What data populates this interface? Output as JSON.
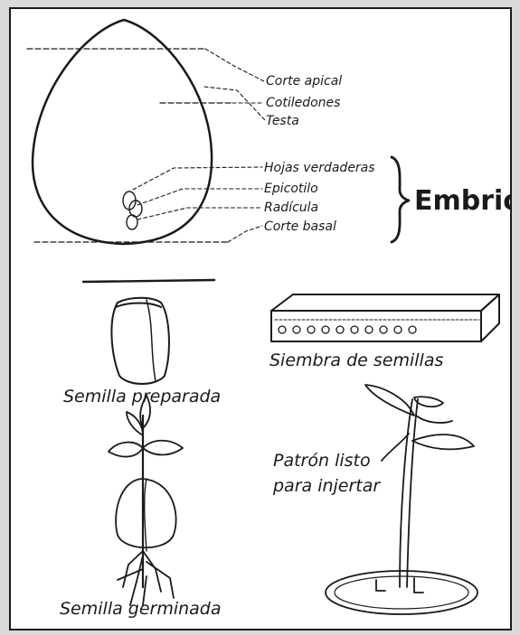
{
  "labels": {
    "corte_apical": "Corte apical",
    "cotiledones": "Cotiledones",
    "testa": "Testa",
    "hojas_verdaderas": "Hojas verdaderas",
    "epicotilo": "Epicotilo",
    "radicula": "Radícula",
    "corte_basal": "Corte basal",
    "embrion": "Embrion"
  },
  "captions": {
    "semilla_preparada": "Semilla preparada",
    "siembra_de_semillas": "Siembra de semillas",
    "patron_line1": "Patrón  listo",
    "patron_line2": "para injertar",
    "semilla_germinada": "Semilla germinada"
  },
  "colors": {
    "ink": "#1a1a1a",
    "paper": "#ffffff",
    "background": "#d9d9d9"
  }
}
